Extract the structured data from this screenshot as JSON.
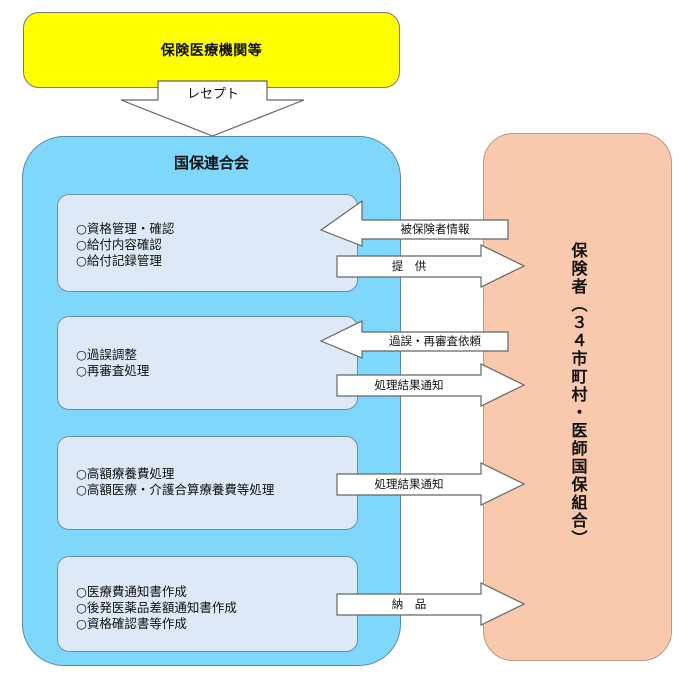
{
  "institutions": {
    "title": "保険医療機関等"
  },
  "receipt": {
    "label": "レセプト"
  },
  "kokuho": {
    "title": "国保連合会",
    "panels": [
      {
        "lines": [
          "○資格管理・確認",
          "○給付内容確認",
          "○給付記録管理"
        ]
      },
      {
        "lines": [
          "○過誤調整",
          "○再審査処理"
        ]
      },
      {
        "lines": [
          "○高額療養費処理",
          "○高額医療・介護合算療養費等処理"
        ]
      },
      {
        "lines": [
          "○医療費通知書作成",
          "○後発医薬品差額通知書作成",
          "○資格確認書等作成"
        ]
      }
    ]
  },
  "insurer": {
    "title": "保険者（３４市町村・医師国保組合）"
  },
  "flows": {
    "insured_info": "被保険者情報",
    "provide": "提　供",
    "error_request": "過誤・再審査依頼",
    "result_notice_1": "処理結果通知",
    "result_notice_2": "処理結果通知",
    "delivery": "納　品"
  },
  "colors": {
    "institutions_fill": "#ffff00",
    "kokuho_fill": "#7fd8fb",
    "panel_fill": "#dde9f7",
    "insurer_fill": "#f8c9ac"
  }
}
